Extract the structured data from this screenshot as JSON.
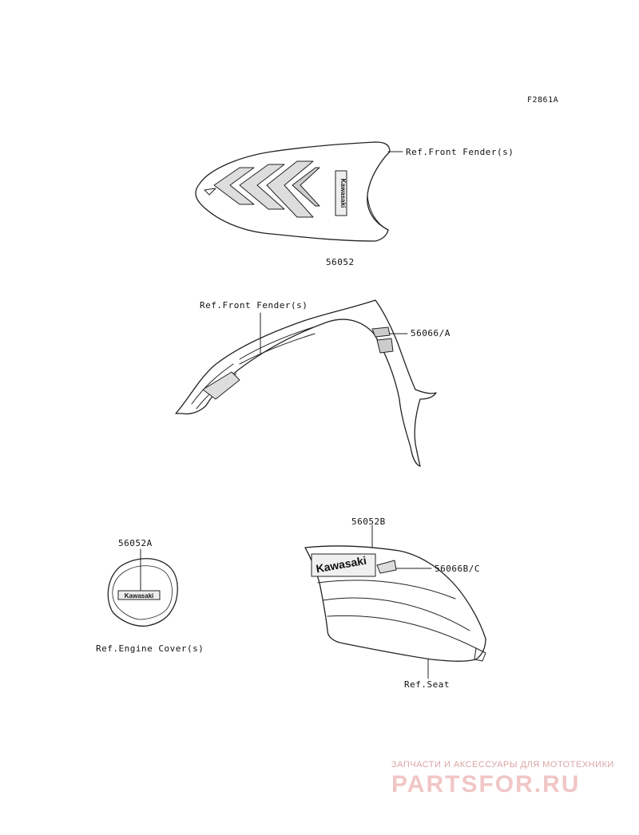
{
  "diagram": {
    "code": "F2861A",
    "labels": {
      "ref_front_fender_top": "Ref.Front Fender(s)",
      "part_56052": "56052",
      "ref_front_fender_side": "Ref.Front Fender(s)",
      "part_56066A": "56066/A",
      "part_56052B": "56052B",
      "part_56052A": "56052A",
      "part_56066BC": "56066B/C",
      "ref_engine_cover": "Ref.Engine Cover(s)",
      "ref_seat": "Ref.Seat"
    },
    "decal_text": {
      "fender_top_logo": "Kawasaki",
      "engine_cover_logo": "Kawasaki",
      "side_cover_logo": "Kawasaki"
    }
  },
  "watermark": {
    "tagline": "ЗАПЧАСТИ И АКСЕССУАРЫ ДЛЯ МОТОТЕХНИКИ",
    "brand": "PARTSFOR.RU",
    "color": "#f1c6c6"
  }
}
